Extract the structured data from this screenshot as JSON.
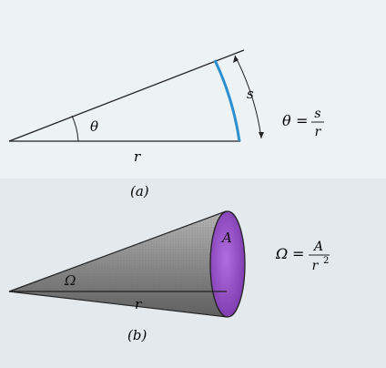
{
  "panel_a": {
    "angle_symbol": "θ",
    "radius_label": "r",
    "arc_label": "s",
    "caption": "(a)",
    "formula": {
      "lhs": "θ",
      "equals": "=",
      "numerator": "s",
      "denominator": "r"
    }
  },
  "panel_b": {
    "solid_angle_symbol": "Ω",
    "radius_label": "r",
    "area_label": "A",
    "caption": "(b)",
    "formula": {
      "lhs": "Ω",
      "equals": "=",
      "numerator": "A",
      "denominator": "r",
      "exponent": "2"
    }
  },
  "colors": {
    "background": "#e2e9ee",
    "panel_a_bg": "#edf2f5",
    "panel_b_bg": "#e3e9ed",
    "arc": "#2b8fd0",
    "cone": "#8e8e8e",
    "cap": "#9a4fc8",
    "line": "#222222"
  }
}
